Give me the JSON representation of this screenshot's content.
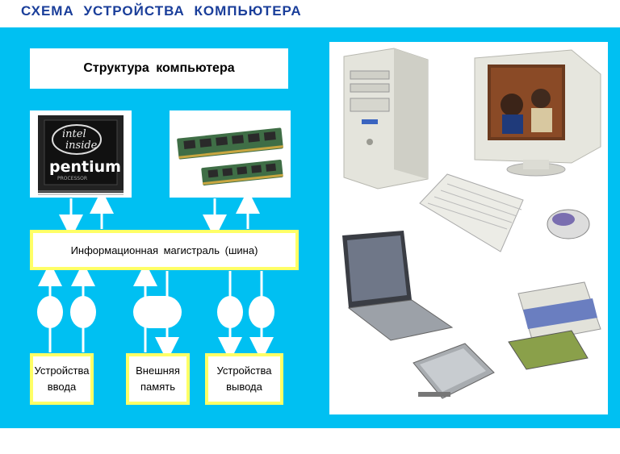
{
  "title": "СХЕМА  УСТРОЙСТВА  КОМПЬЮТЕРА",
  "diagram": {
    "structure_label": "Структура  компьютера",
    "bus_label": "Информационная  магистраль (шина)",
    "input_devices": [
      "Устройства",
      "ввода"
    ],
    "external_memory": [
      "Внешняя",
      "память"
    ],
    "output_devices": [
      "Устройства",
      "вывода"
    ]
  },
  "cpu_logo": {
    "line1": "intel",
    "line2": "inside",
    "brand": "pentium",
    "sub": "PROCESSOR"
  },
  "colors": {
    "title": "#1a3e9a",
    "background_panel": "#00c0f2",
    "box_border": "#ffff66",
    "arrow": "#ffffff"
  },
  "photos": [
    "system-unit",
    "monitor",
    "keyboard",
    "mouse",
    "laptop",
    "printer",
    "scanner"
  ]
}
